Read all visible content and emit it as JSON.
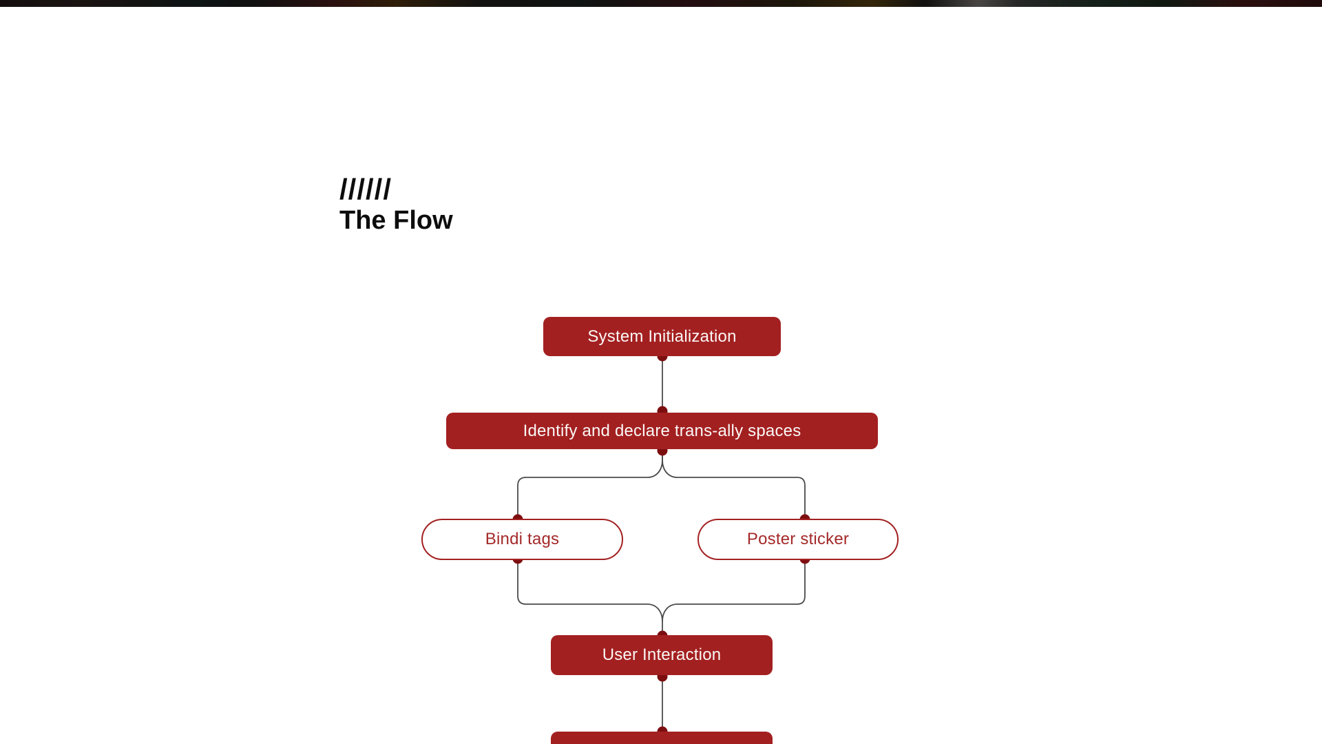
{
  "colors": {
    "node_fill": "#A32021",
    "node_text": "#FAF7F5",
    "pill_border": "#A32021",
    "pill_text": "#A4292A",
    "connector": "#4A4A4A",
    "dot": "#7D0E10",
    "title_text": "#0D0D0D",
    "background": "#FFFFFF"
  },
  "header": {
    "slashes": "//////",
    "title": "The Flow"
  },
  "flow": {
    "nodes": [
      {
        "label": "System Initialization",
        "type": "process"
      },
      {
        "label": "Identify and declare trans-ally spaces",
        "type": "process"
      },
      {
        "label": "Bindi tags",
        "type": "option"
      },
      {
        "label": "Poster sticker",
        "type": "option"
      },
      {
        "label": "User Interaction",
        "type": "process"
      },
      {
        "label": "",
        "type": "process"
      }
    ]
  }
}
